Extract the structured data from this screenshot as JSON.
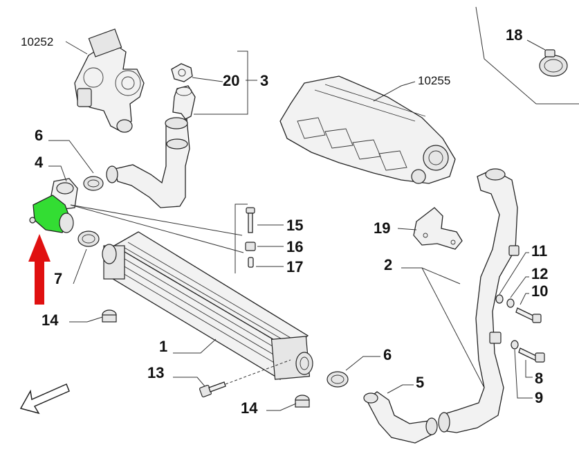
{
  "labels": {
    "p10252": "10252",
    "p10255": "10255",
    "p18": "18",
    "p20": "20",
    "p3": "3",
    "p6a": "6",
    "p4": "4",
    "p7": "7",
    "p15": "15",
    "p16": "16",
    "p17": "17",
    "p19": "19",
    "p2": "2",
    "p11": "11",
    "p12": "12",
    "p10": "10",
    "p14a": "14",
    "p1": "1",
    "p6b": "6",
    "p13": "13",
    "p5": "5",
    "p8": "8",
    "p9": "9",
    "p14b": "14"
  },
  "colors": {
    "highlight": "#33dd33",
    "arrow": "#e01010",
    "line": "#333333"
  }
}
